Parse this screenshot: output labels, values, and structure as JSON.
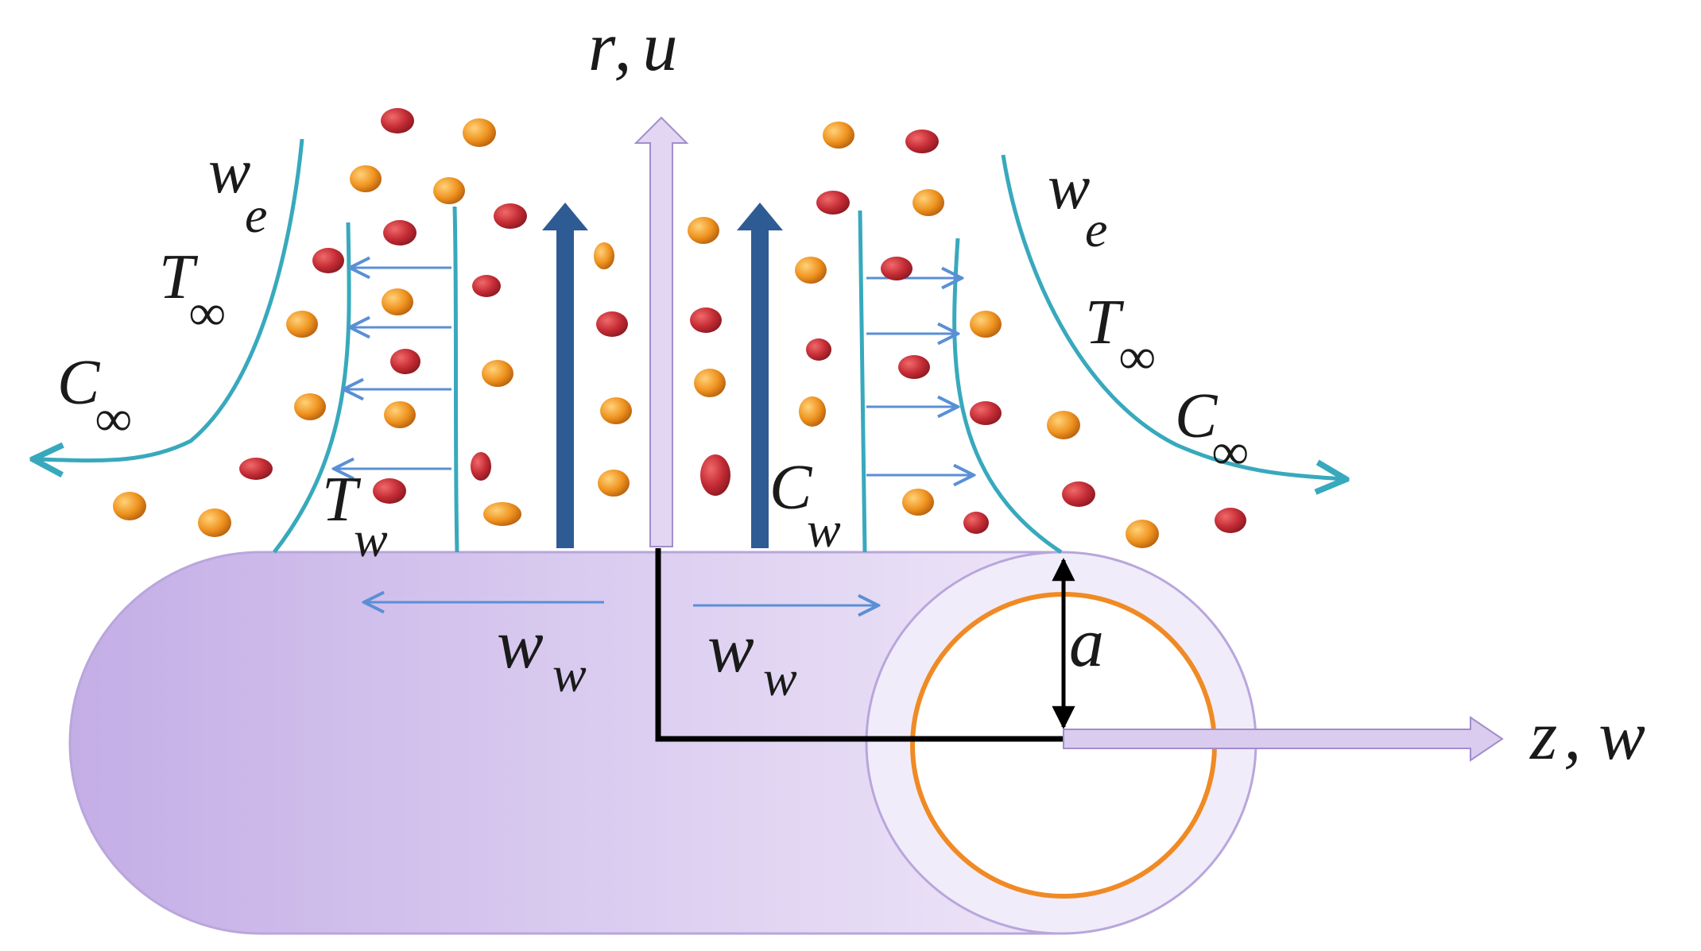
{
  "labels": {
    "axis_r": "r",
    "axis_r_sep": ",",
    "axis_u": "u",
    "axis_z": "z",
    "axis_z_sep": ",",
    "axis_w": "w",
    "we_left_main": "w",
    "we_left_sub": "e",
    "we_right_main": "w",
    "we_right_sub": "e",
    "tinf_left_main": "T",
    "tinf_left_sub": "∞",
    "tinf_right_main": "T",
    "tinf_right_sub": "∞",
    "cinf_left_main": "C",
    "cinf_left_sub": "∞",
    "cinf_right_main": "C",
    "cinf_right_sub": "∞",
    "tw_main": "T",
    "tw_sub": "w",
    "cw_main": "C",
    "cw_sub": "w",
    "ww_left_main": "w",
    "ww_left_sub": "w",
    "ww_right_main": "w",
    "ww_right_sub": "w",
    "radius": "a"
  },
  "colors": {
    "cylinder": "#cdbbe8",
    "cylinder_end": "#f3eefb",
    "inner_ring": "#f08a24",
    "profile_curve": "#38a9bd",
    "thin_arrow": "#5a8fd6",
    "thick_arrow": "#2f5b94",
    "axis_arrow": "#d6c8ee",
    "particle_red": "#c0303a",
    "particle_orange": "#ea8f1e",
    "axes_frame": "#000000"
  }
}
